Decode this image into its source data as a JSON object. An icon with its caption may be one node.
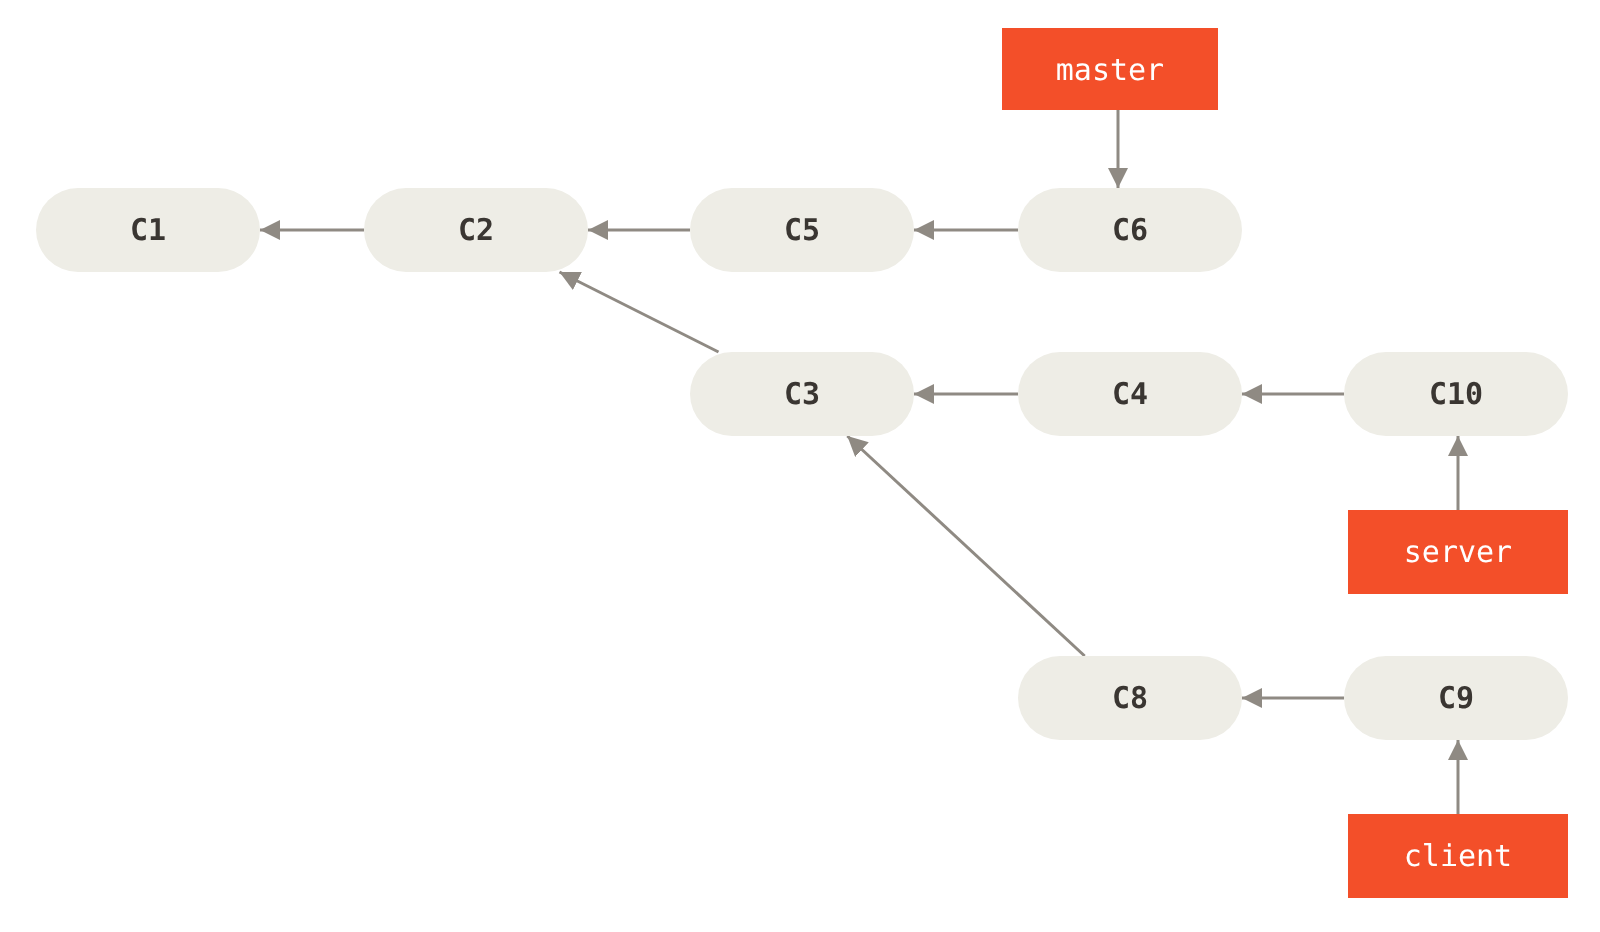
{
  "diagram": {
    "nodes": [
      {
        "text": [
          "master"
        ]
      },
      {
        "text": [
          "C1"
        ]
      },
      {
        "text": [
          "C2"
        ]
      },
      {
        "text": [
          "C5"
        ]
      },
      {
        "text": [
          "C6"
        ]
      },
      {
        "text": [
          "C3"
        ]
      },
      {
        "text": [
          "C4"
        ]
      },
      {
        "text": [
          "C10"
        ]
      },
      {
        "text": [
          "server"
        ]
      },
      {
        "text": [
          "C8"
        ]
      },
      {
        "text": [
          "C9"
        ]
      },
      {
        "text": [
          "client"
        ]
      }
    ],
    "edges": [
      {
        "from": 0,
        "to": 4,
        "arrow": "to"
      },
      {
        "from": 2,
        "to": 1,
        "arrow": "to"
      },
      {
        "from": 3,
        "to": 2,
        "arrow": "to"
      },
      {
        "from": 4,
        "to": 3,
        "arrow": "to"
      },
      {
        "from": 5,
        "to": 2,
        "arrow": "to"
      },
      {
        "from": 6,
        "to": 5,
        "arrow": "to"
      },
      {
        "from": 7,
        "to": 6,
        "arrow": "to"
      },
      {
        "from": 8,
        "to": 7,
        "arrow": "to"
      },
      {
        "from": 9,
        "to": 5,
        "arrow": "to"
      },
      {
        "from": 10,
        "to": 9,
        "arrow": "to"
      },
      {
        "from": 11,
        "to": 10,
        "arrow": "to"
      }
    ]
  }
}
